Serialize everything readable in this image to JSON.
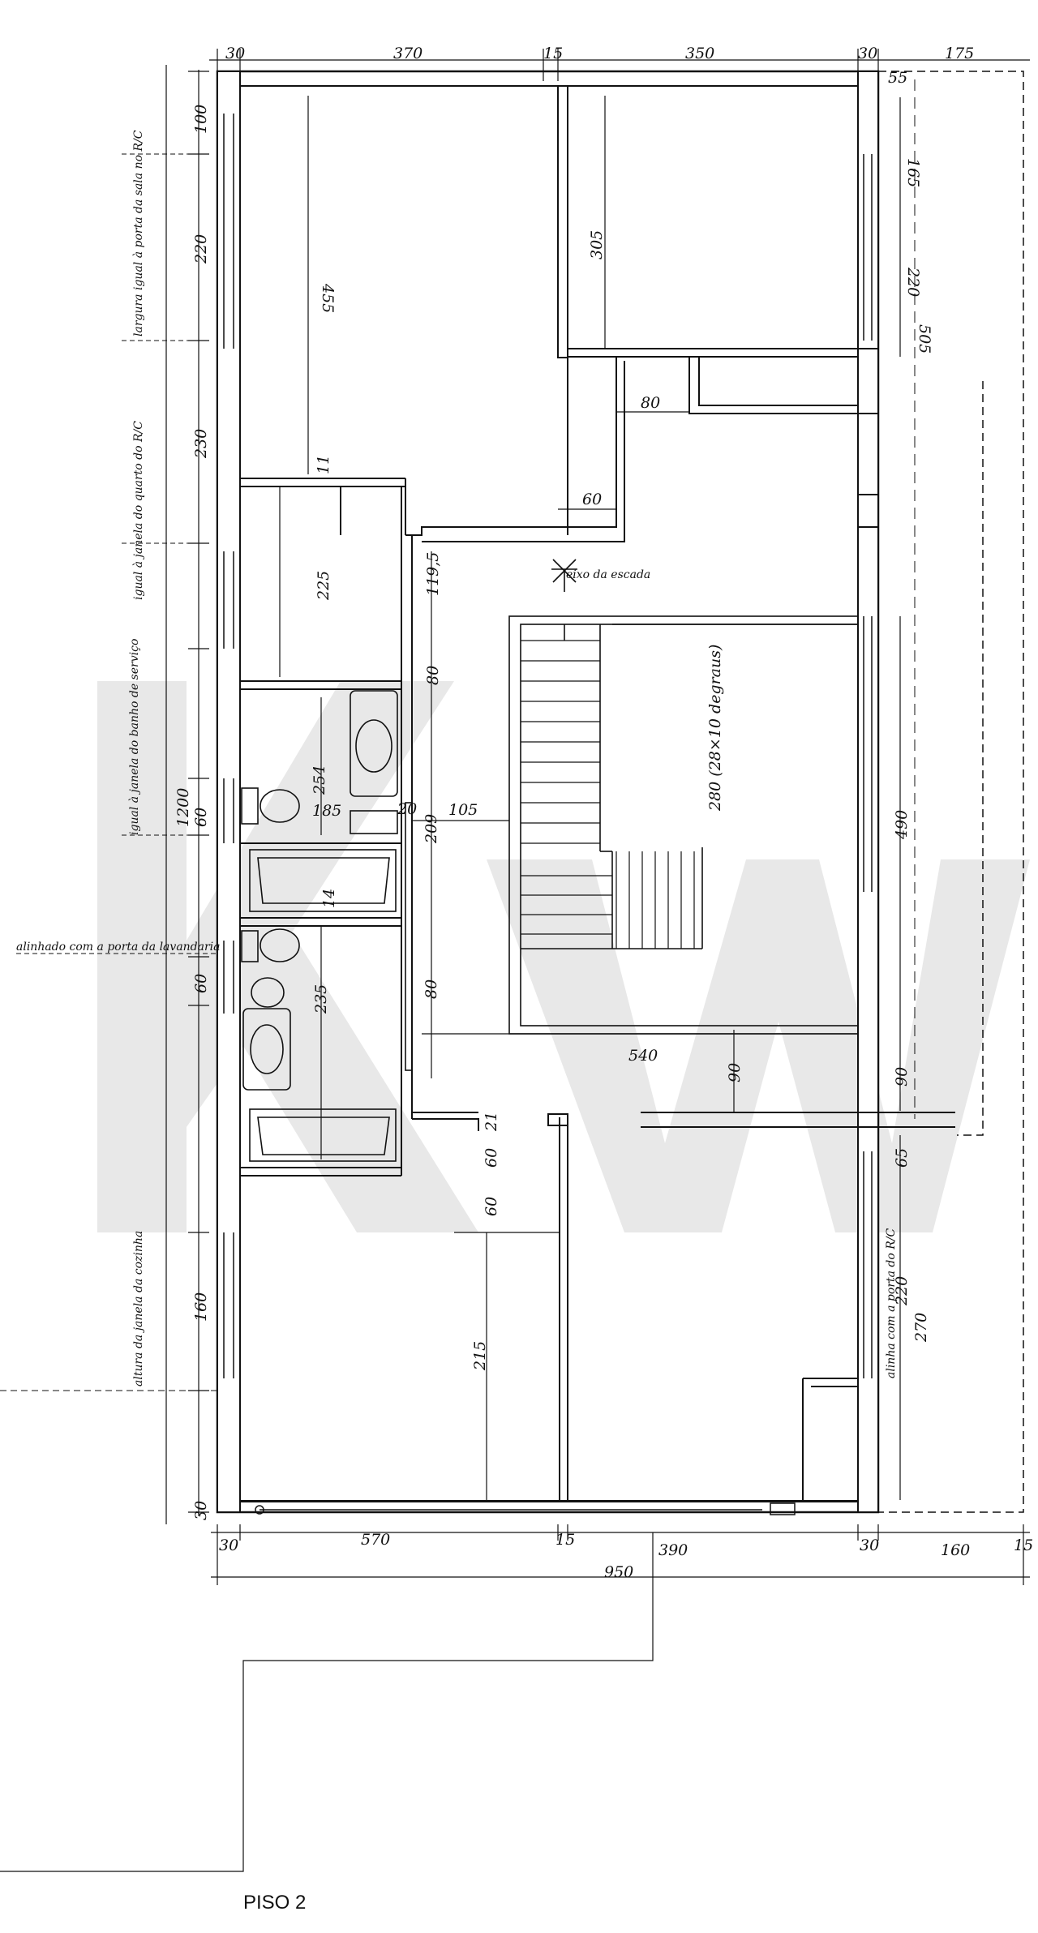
{
  "title": "PISO 2",
  "dimensions": {
    "top_30_left": "30",
    "top_370": "370",
    "top_15_mid": "15",
    "top_350": "350",
    "top_30_right": "30",
    "top_175": "175",
    "left_100": "100",
    "left_220": "220",
    "left_230": "230",
    "left_1200": "1200",
    "left_60_a": "60",
    "left_60_b": "60",
    "left_160": "160",
    "left_30_bottom": "30",
    "room_455": "455",
    "room_305": "305",
    "room_80_closet": "80",
    "room_60_landing": "60",
    "room_11": "11",
    "room_225": "225",
    "room_1195": "119,5",
    "room_80_hall": "80",
    "room_254": "254",
    "room_185": "185",
    "room_20": "20",
    "room_209": "209",
    "room_105": "105",
    "room_14": "14",
    "room_235": "235",
    "room_80_hall_b": "80",
    "room_stair": "280 (28×10 degraus)",
    "room_540": "540",
    "room_90": "90",
    "room_21": "21",
    "room_60_c": "60",
    "room_60_d": "60",
    "room_215": "215",
    "right_165": "165",
    "right_220": "220",
    "right_505": "505",
    "right_490": "490",
    "right_90": "90",
    "right_65": "65",
    "right_220_b": "220",
    "right_270": "270",
    "right_55": "55",
    "bottom_30_left": "30",
    "bottom_570": "570",
    "bottom_15": "15",
    "bottom_390": "390",
    "bottom_30_right": "30",
    "bottom_160": "160",
    "bottom_15_right": "15",
    "bottom_950": "950"
  },
  "notes": {
    "left_note_1": "largura igual à porta da sala no R/C",
    "left_note_2": "igual à janela do quarto do R/C",
    "left_note_3": "igual à janela do banho de serviço",
    "left_note_4": "alinhado com a porta da lavandaria",
    "left_note_5": "altura da janela da cozinha",
    "stair_axis": "eixo da escada",
    "right_note": "alinha com a porta do R/C"
  },
  "watermark": "KW"
}
